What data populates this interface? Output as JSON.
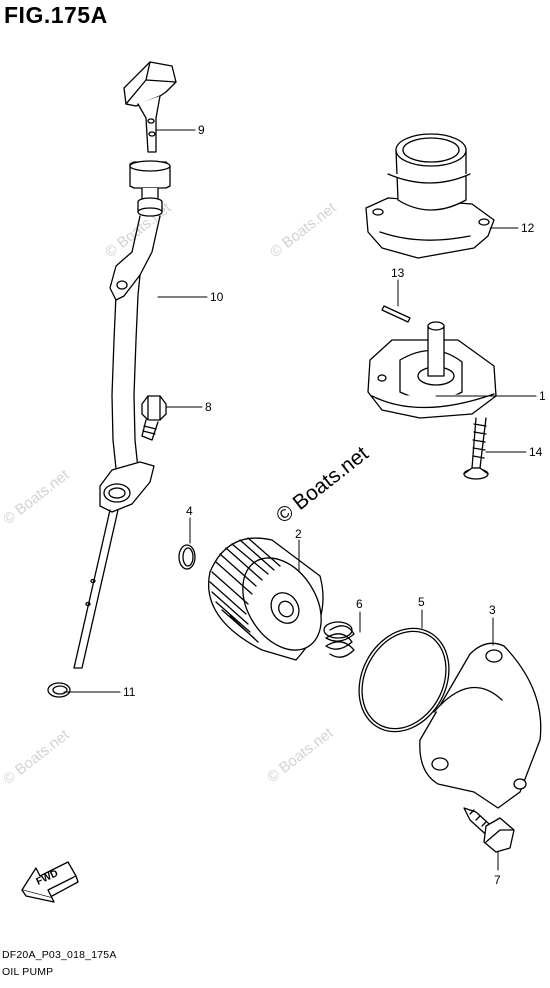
{
  "figure": {
    "title": "FIG.175A",
    "code": "DF20A_P03_018_175A",
    "name": "OIL PUMP"
  },
  "watermark": {
    "text": "© Boats.net"
  },
  "fwd_label": "FWD",
  "callouts": {
    "c1": "1",
    "c2": "2",
    "c3": "3",
    "c4": "4",
    "c5": "5",
    "c6": "6",
    "c7": "7",
    "c8": "8",
    "c9": "9",
    "c10": "10",
    "c11": "11",
    "c12": "12",
    "c13": "13",
    "c14": "14"
  },
  "colors": {
    "line": "#000000",
    "part_fill": "#ffffff",
    "watermark": "#d2d2d2"
  }
}
